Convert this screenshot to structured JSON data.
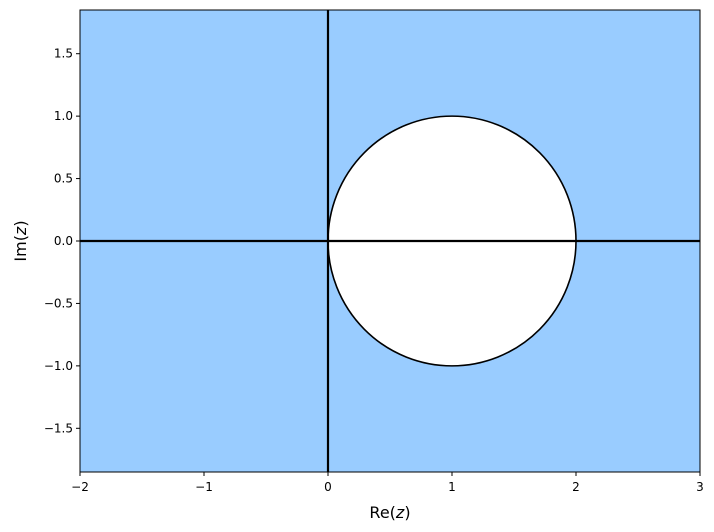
{
  "chart_data": {
    "type": "region-plot",
    "xlabel": "Re(z)",
    "ylabel": "Im(z)",
    "xlim": [
      -2,
      3
    ],
    "ylim": [
      -1.85,
      1.85
    ],
    "xticks": [
      -2,
      -1,
      0,
      1,
      2,
      3
    ],
    "yticks": [
      -1.5,
      -1.0,
      -0.5,
      0.0,
      0.5,
      1.0,
      1.5
    ],
    "xtick_labels": [
      "−2",
      "−1",
      "0",
      "1",
      "2",
      "3"
    ],
    "ytick_labels": [
      "−1.5",
      "−1.0",
      "−0.5",
      "0.0",
      "0.5",
      "1.0",
      "1.5"
    ],
    "shaded_region": {
      "description_color": "#99ccff"
    },
    "excluded_disk": {
      "center": [
        1,
        0
      ],
      "radius": 1,
      "fill": "#ffffff",
      "edge": "#000000"
    },
    "axes_lines": {
      "x_axis_at": 0,
      "y_axis_at": 0,
      "color": "#000000"
    },
    "grid": false
  }
}
